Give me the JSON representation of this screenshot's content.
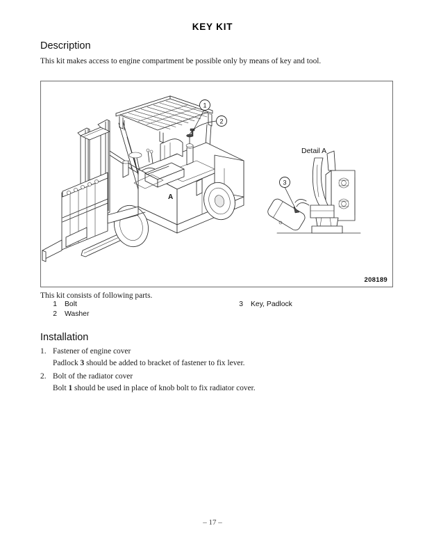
{
  "document": {
    "title": "KEY KIT",
    "page_footer": "– 17 –"
  },
  "description": {
    "heading": "Description",
    "paragraph": "This kit makes access to engine compartment be possible only by means of key and tool."
  },
  "figure": {
    "number": "208189",
    "detail_label": "Detail A",
    "section_marker": "A",
    "callouts": [
      {
        "id": "1",
        "label": "1"
      },
      {
        "id": "2",
        "label": "2"
      },
      {
        "id": "3",
        "label": "3"
      }
    ]
  },
  "parts": {
    "intro": "This kit consists of following parts.",
    "left_column": [
      {
        "number": "1",
        "name": "Bolt"
      },
      {
        "number": "2",
        "name": "Washer"
      }
    ],
    "right_column": [
      {
        "number": "3",
        "name": "Key, Padlock"
      }
    ]
  },
  "installation": {
    "heading": "Installation",
    "steps": [
      {
        "number": "1.",
        "title": "Fastener of engine cover",
        "detail_prefix": "Padlock ",
        "detail_ref": "3",
        "detail_suffix": " should be added to bracket of fastener to fix lever."
      },
      {
        "number": "2.",
        "title": "Bolt of the radiator cover",
        "detail_prefix": "Bolt ",
        "detail_ref": "1",
        "detail_suffix": " should be used in place of knob bolt to fix radiator cover."
      }
    ]
  }
}
